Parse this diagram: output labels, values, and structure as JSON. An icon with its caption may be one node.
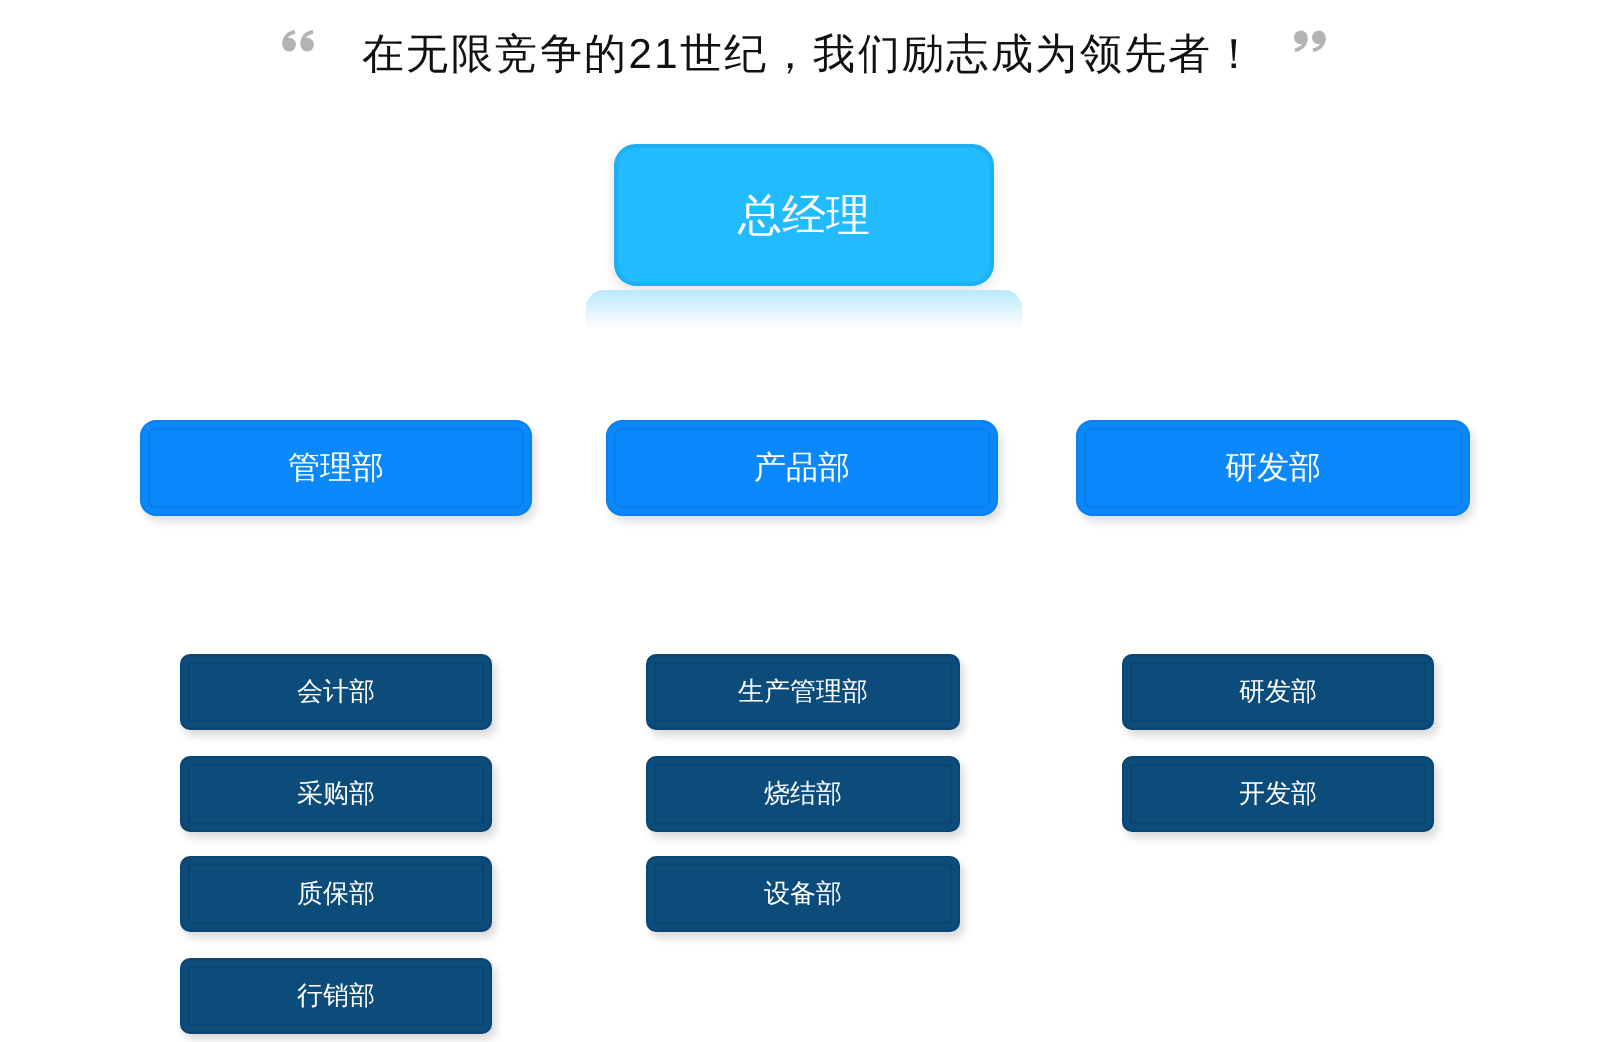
{
  "diagram": {
    "title": "在无限竞争的21世纪，我们励志成为领先者！",
    "nodes": [
      {
        "text": [
          "总经理"
        ]
      },
      {
        "text": [],
        "shape": "bar"
      },
      {
        "text": [
          "管理部"
        ]
      },
      {
        "text": [
          "产品部"
        ]
      },
      {
        "text": [
          "研发部"
        ]
      },
      {
        "text": [
          "会计部"
        ]
      },
      {
        "text": [
          "采购部"
        ]
      },
      {
        "text": [
          "质保部"
        ]
      },
      {
        "text": [
          "行销部"
        ]
      },
      {
        "text": [
          "生产管理部"
        ]
      },
      {
        "text": [
          "烧结部"
        ]
      },
      {
        "text": [
          "设备部"
        ]
      },
      {
        "text": [
          "研发部"
        ]
      },
      {
        "text": [
          "开发部"
        ]
      }
    ]
  }
}
